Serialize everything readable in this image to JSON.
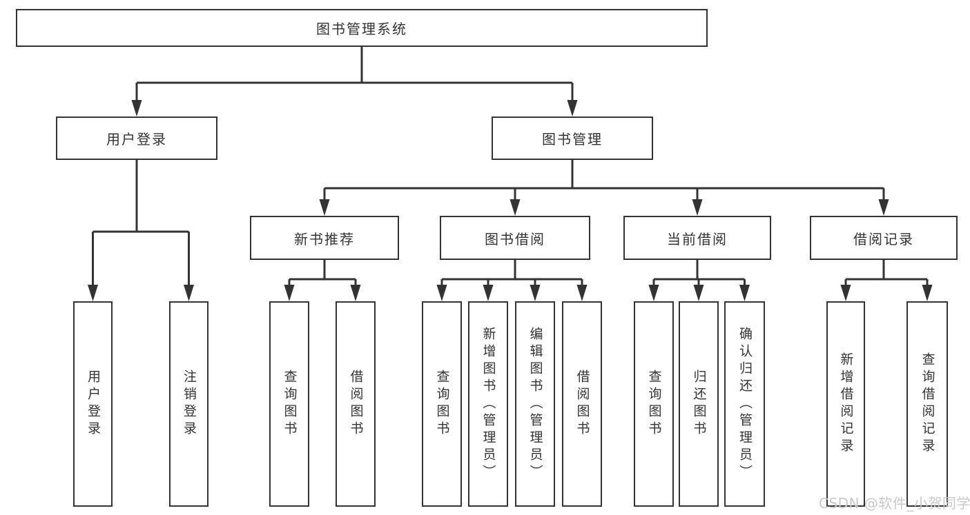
{
  "diagram": {
    "tree": {
      "root": {
        "label": "图书管理系统"
      },
      "children": [
        {
          "label": "用户登录",
          "children": [
            {
              "label": "用户登录"
            },
            {
              "label": "注销登录"
            }
          ]
        },
        {
          "label": "图书管理",
          "children": [
            {
              "label": "新书推荐",
              "children": [
                {
                  "label": "查询图书"
                },
                {
                  "label": "借阅图书"
                }
              ]
            },
            {
              "label": "图书借阅",
              "children": [
                {
                  "label": "查询图书"
                },
                {
                  "label": "新增图书（管理员）"
                },
                {
                  "label": "编辑图书（管理员）"
                },
                {
                  "label": "借阅图书"
                }
              ]
            },
            {
              "label": "当前借阅",
              "children": [
                {
                  "label": "查询图书"
                },
                {
                  "label": "归还图书"
                },
                {
                  "label": "确认归还（管理员）"
                }
              ]
            },
            {
              "label": "借阅记录",
              "children": [
                {
                  "label": "新增借阅记录"
                },
                {
                  "label": "查询借阅记录"
                }
              ]
            }
          ]
        }
      ]
    }
  },
  "watermark": {
    "text": "CSDN @软件_小贺同学"
  },
  "colors": {
    "line": "#333333",
    "border": "#333333",
    "text": "#333333",
    "watermark": "#c9c9c9",
    "background": "#ffffff"
  }
}
